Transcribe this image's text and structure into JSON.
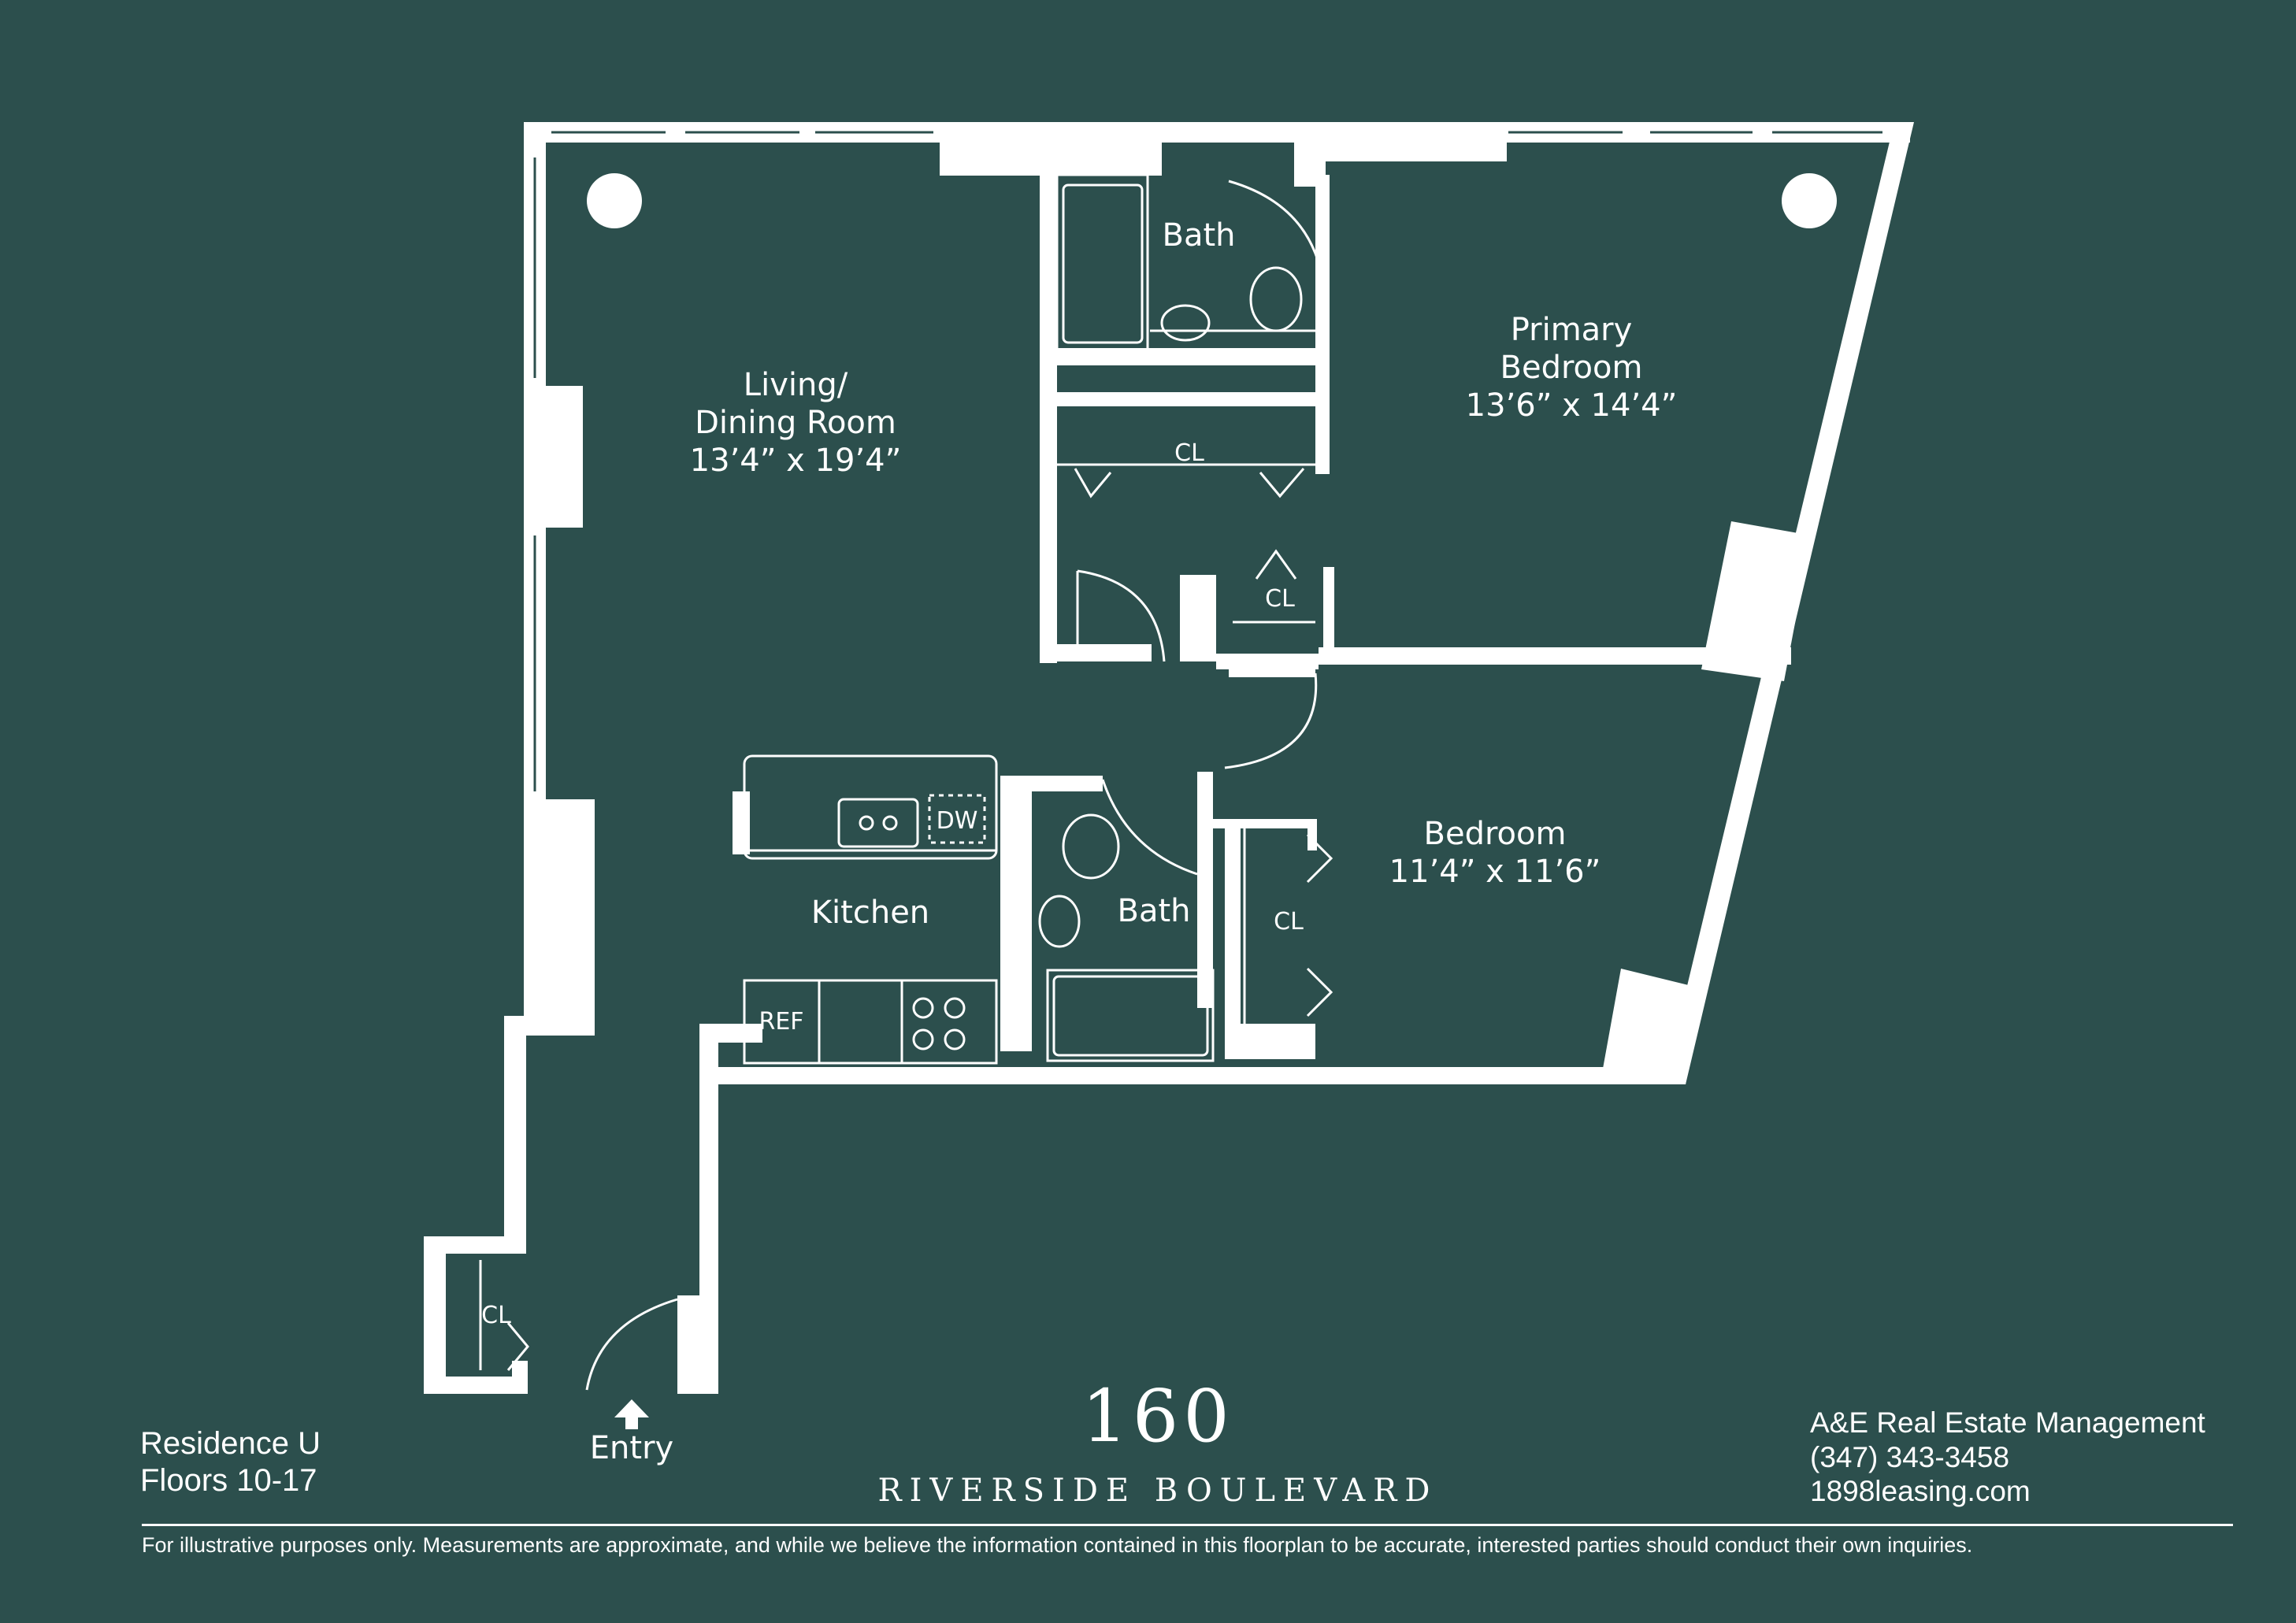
{
  "colors": {
    "background": "#2c4f4d",
    "foreground": "#ffffff"
  },
  "rooms": {
    "living": {
      "name_line1": "Living/",
      "name_line2": "Dining Room",
      "size": "13’4” x 19’4”"
    },
    "primary_bedroom": {
      "name_line1": "Primary",
      "name_line2": "Bedroom",
      "size": "13’6” x 14’4”"
    },
    "bedroom": {
      "name": "Bedroom",
      "size": "11’4” x 11’6”"
    },
    "kitchen": {
      "name": "Kitchen"
    },
    "bath_top": {
      "name": "Bath"
    },
    "bath_bottom": {
      "name": "Bath"
    }
  },
  "fixtures": {
    "closet": "CL",
    "dishwasher": "DW",
    "refrigerator": "REF"
  },
  "entry": {
    "label": "Entry"
  },
  "residence": {
    "name": "Residence U",
    "floors": "Floors 10-17"
  },
  "building": {
    "number": "160",
    "street": "RIVERSIDE BOULEVARD"
  },
  "management": {
    "company": "A&E Real Estate Management",
    "phone": "(347) 343-3458",
    "website": "1898leasing.com"
  },
  "disclaimer": "For illustrative purposes only.  Measurements are approximate, and while we believe the information contained in this floorplan to be accurate, interested parties should conduct their own inquiries."
}
